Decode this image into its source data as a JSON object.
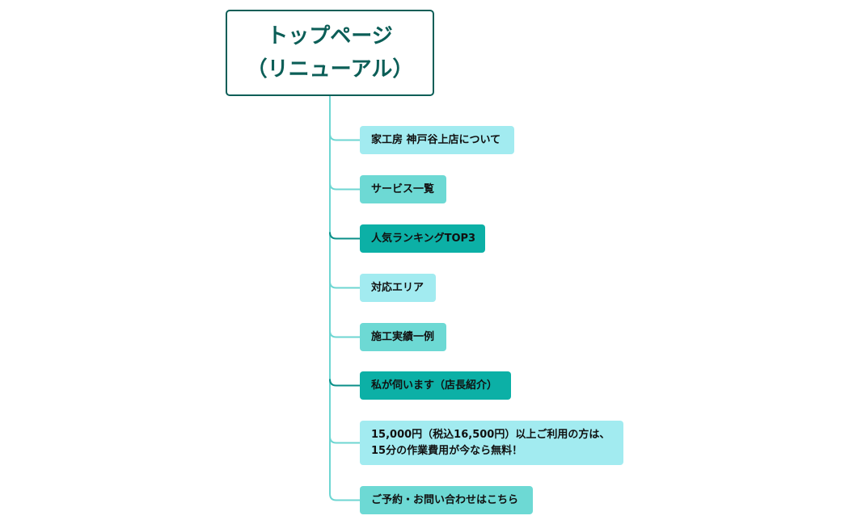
{
  "root": {
    "title_line1": "トップページ",
    "title_line2": "（リニューアル）",
    "border_color": "#0b5e57",
    "text_color": "#0b5e57"
  },
  "connector_color": "#6ed6d2",
  "emphasis_connector_color": "#0a8f88",
  "children": [
    {
      "line1": "家工房 神戸谷上店について",
      "line2": "",
      "fill": "#a2ebf0",
      "emphasis": false
    },
    {
      "line1": "サービス一覧",
      "line2": "",
      "fill": "#6dd9d4",
      "emphasis": false
    },
    {
      "line1": "人気ランキングTOP3",
      "line2": "",
      "fill": "#0cb0a6",
      "emphasis": true
    },
    {
      "line1": "対応エリア",
      "line2": "",
      "fill": "#a2ebf0",
      "emphasis": false
    },
    {
      "line1": "施工実績一例",
      "line2": "",
      "fill": "#6dd9d4",
      "emphasis": false
    },
    {
      "line1": "私が伺います（店長紹介）",
      "line2": "",
      "fill": "#0cb0a6",
      "emphasis": true
    },
    {
      "line1": "15,000円（税込16,500円）以上ご利用の方は、",
      "line2": "15分の作業費用が今なら無料！",
      "fill": "#a2ebf0",
      "emphasis": false
    },
    {
      "line1": "ご予約・お問い合わせはこちら",
      "line2": "",
      "fill": "#6dd9d4",
      "emphasis": false
    }
  ]
}
